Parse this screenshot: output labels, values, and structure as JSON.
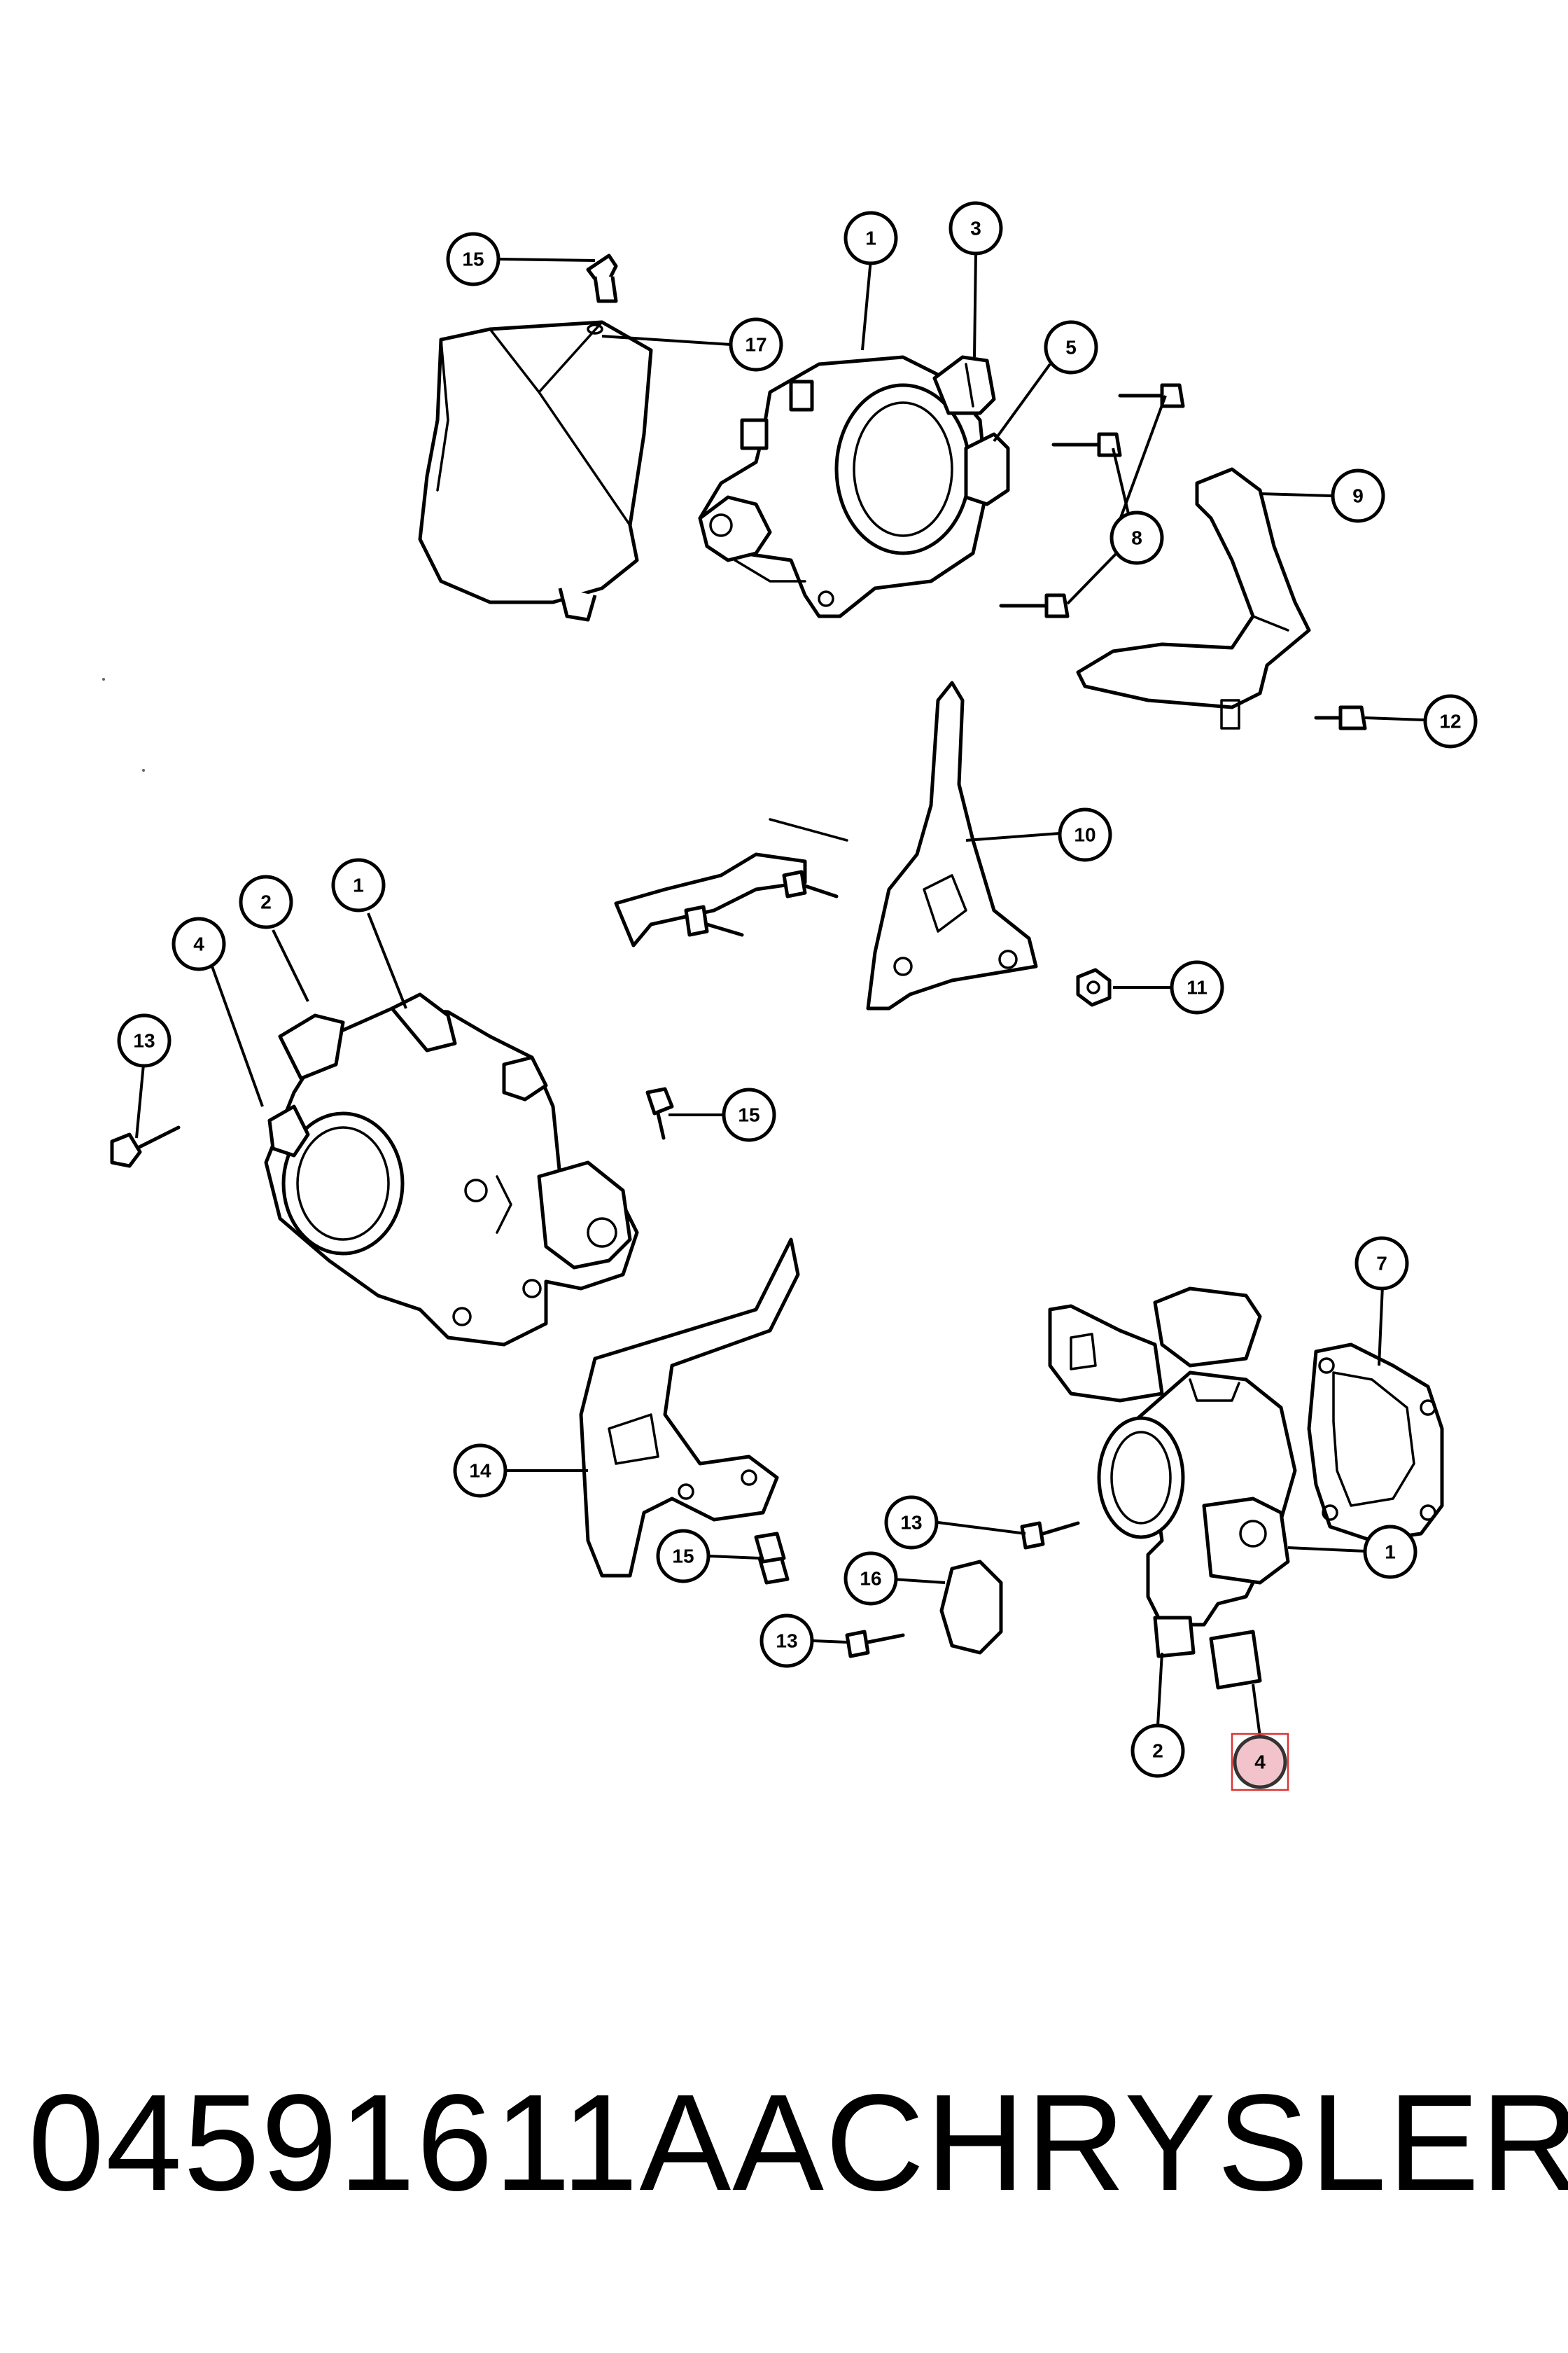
{
  "footer": {
    "part_number": "04591611AA",
    "brand": "CHRYSLER"
  },
  "callouts": [
    "15",
    "1",
    "3",
    "17",
    "5",
    "8",
    "9",
    "12",
    "10",
    "11",
    "2",
    "1",
    "4",
    "13",
    "15",
    "7",
    "14",
    "13",
    "15",
    "16",
    "1",
    "13",
    "2",
    "4"
  ],
  "highlight": {
    "label": "4",
    "color": "#f2c3cb"
  }
}
